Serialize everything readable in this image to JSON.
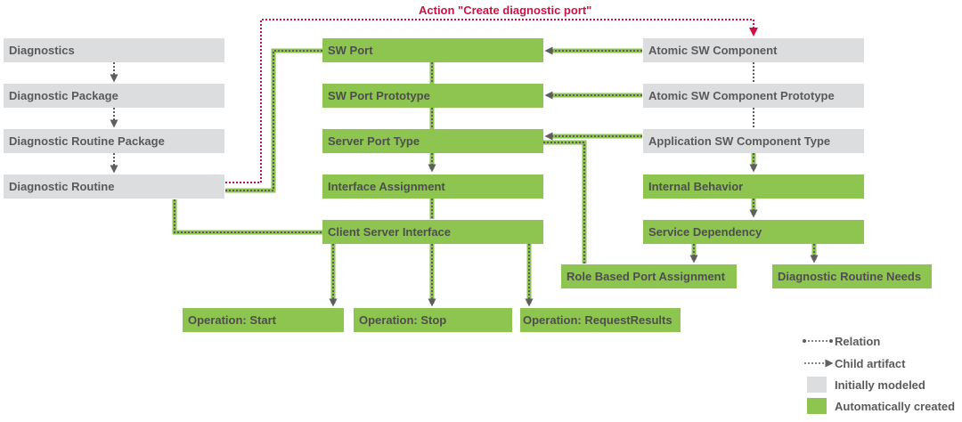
{
  "action": {
    "label": "Action \"Create diagnostic port\"",
    "color": "#cc1144"
  },
  "colors": {
    "grey": "#dcdddf",
    "green": "#8dc550",
    "wire": "#5e5e5e"
  },
  "boxes": {
    "diagnostics": "Diagnostics",
    "diagnostic_package": "Diagnostic Package",
    "diagnostic_routine_package": "Diagnostic Routine Package",
    "diagnostic_routine": "Diagnostic Routine",
    "sw_port": "SW Port",
    "sw_port_prototype": "SW Port Prototype",
    "server_port_type": "Server Port Type",
    "interface_assignment": "Interface Assignment",
    "client_server_interface": "Client Server Interface",
    "atomic_sw_component": "Atomic SW Component",
    "atomic_sw_component_prototype": "Atomic SW Component Prototype",
    "application_sw_component_type": "Application SW Component Type",
    "internal_behavior": "Internal Behavior",
    "service_dependency": "Service Dependency",
    "role_based_port_assignment": "Role Based Port Assignment",
    "diagnostic_routine_needs": "Diagnostic Routine Needs",
    "operation_start": "Operation: Start",
    "operation_stop": "Operation: Stop",
    "operation_request_results": "Operation: RequestResults"
  },
  "legend": {
    "relation": "Relation",
    "child_artifact": "Child artifact",
    "initially_modeled": "Initially modeled",
    "automatically_created": "Automatically created"
  }
}
